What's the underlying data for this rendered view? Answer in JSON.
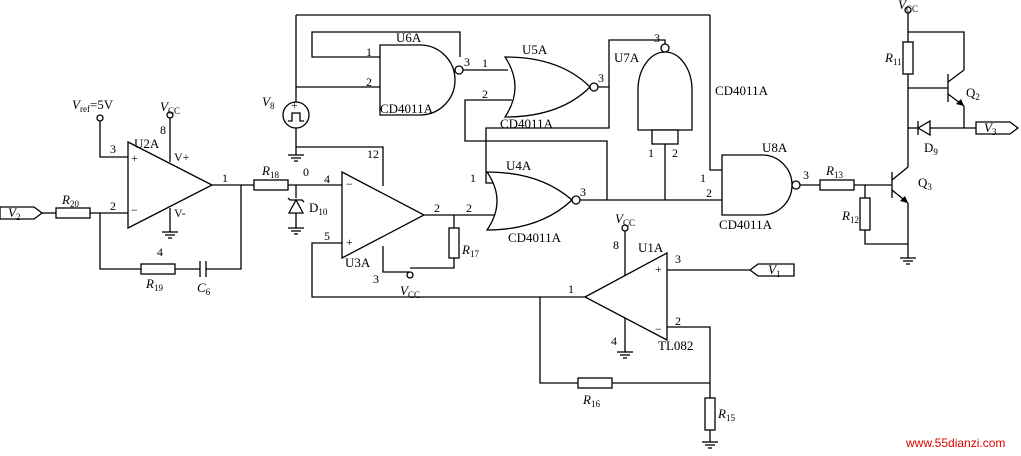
{
  "labels": {
    "U2A": "U2A",
    "U3A": "U3A",
    "U4A": "U4A",
    "U5A": "U5A",
    "U6A": "U6A",
    "U7A": "U7A",
    "U8A": "U8A",
    "U1A": "U1A",
    "cd_u6": "CD4011A",
    "cd_u5": "CD4011A",
    "cd_u4": "CD4011A",
    "cd_u7": "CD4011A",
    "cd_u8": "CD4011A",
    "tl082": "TL082",
    "vref": "V",
    "vref_sub": "ref",
    "vref_val": "=5V",
    "vcc1": "V",
    "vcc1_sub": "CC",
    "vcc2": "V",
    "vcc2_sub": "CC",
    "vcc3": "V",
    "vcc3_sub": "CC",
    "vcc4": "V",
    "vcc4_sub": "CC",
    "v8": "V",
    "v8_sub": "8",
    "port_v1": "V",
    "port_v1_sub": "1",
    "port_v2": "V",
    "port_v2_sub": "2",
    "port_v3": "V",
    "port_v3_sub": "3",
    "r20": "R",
    "r20_sub": "20",
    "r19": "R",
    "r19_sub": "19",
    "c6": "C",
    "c6_sub": "6",
    "r18": "R",
    "r18_sub": "18",
    "d10": "D",
    "d10_sub": "10",
    "r17": "R",
    "r17_sub": "17",
    "r16": "R",
    "r16_sub": "16",
    "r15": "R",
    "r15_sub": "15",
    "r13": "R",
    "r13_sub": "13",
    "r12": "R",
    "r12_sub": "12",
    "r11": "R",
    "r11_sub": "11",
    "q2": "Q",
    "q2_sub": "2",
    "q3": "Q",
    "q3_sub": "3",
    "d9": "D",
    "d9_sub": "9",
    "watermark": "www.55dianzi.com"
  },
  "pins": {
    "u2_3": "3",
    "u2_2": "2",
    "u2_8": "8",
    "u2_4": "4",
    "u2_1": "1",
    "u2_plus": "+",
    "u2_minus": "−",
    "u2_vp": "V+",
    "u2_vm": "V-",
    "u3_4": "4",
    "u3_5": "5",
    "u3_12": "12",
    "u3_3": "3",
    "u3_2": "2",
    "u3_0": "0",
    "u3_minus": "−",
    "u3_plus": "+",
    "u6_1": "1",
    "u6_2": "2",
    "u6_3": "3",
    "u5_1": "1",
    "u5_2": "2",
    "u5_3": "3",
    "u4_1": "1",
    "u4_2": "2",
    "u4_3": "3",
    "u7_1": "1",
    "u7_2": "2",
    "u7_3": "3",
    "u8_1": "1",
    "u8_2": "2",
    "u8_3": "3",
    "u1_8": "8",
    "u1_3": "3",
    "u1_2": "2",
    "u1_1": "1",
    "u1_4": "4",
    "u1_plus": "+",
    "u1_minus": "−"
  }
}
